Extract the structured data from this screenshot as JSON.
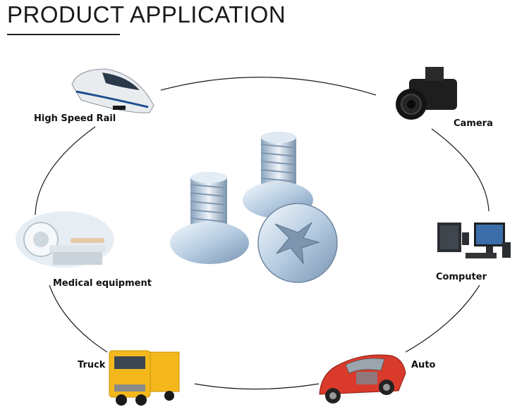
{
  "header": {
    "title": "PRODUCT APPLICATION"
  },
  "applications": [
    {
      "label": "High Speed Rail",
      "icon": "train-icon"
    },
    {
      "label": "Camera",
      "icon": "camera-icon"
    },
    {
      "label": "Medical equipment",
      "icon": "medical-scanner-icon"
    },
    {
      "label": "Computer",
      "icon": "computer-icon"
    },
    {
      "label": "Truck",
      "icon": "truck-icon"
    },
    {
      "label": "Auto",
      "icon": "car-icon"
    }
  ],
  "product": {
    "icon": "screws-icon"
  },
  "colors": {
    "outline": "#1a1a1a",
    "truck": "#f5b81c",
    "car": "#d93a2b",
    "screw": "#c9dcec"
  }
}
